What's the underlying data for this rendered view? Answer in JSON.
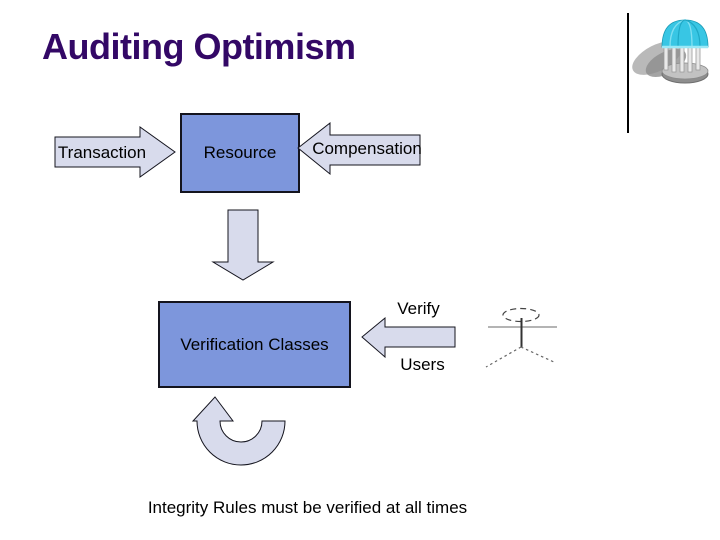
{
  "header": {
    "title": "Auditing Optimism"
  },
  "diagram": {
    "transaction_arrow_label": "Transaction",
    "resource_box_label": "Resource",
    "compensation_arrow_label": "Compensation",
    "verification_box_label": "Verification Classes",
    "verify_label": "Verify",
    "users_label": "Users"
  },
  "footer": {
    "note": "Integrity Rules must be verified at all times"
  },
  "icons": {
    "logo": "gazebo-dome-logo",
    "user_figure": "stick-person",
    "arrows": [
      "right-block-arrow",
      "left-block-arrow",
      "down-block-arrow",
      "left-block-arrow",
      "u-turn-up-arrow"
    ]
  },
  "colors": {
    "title_text": "#330866",
    "box_fill": "#7d96dc",
    "arrow_fill": "#d8dbec",
    "shape_outline": "#14141e",
    "dome_cyan": "#38c6e4",
    "background": "#ffffff"
  }
}
